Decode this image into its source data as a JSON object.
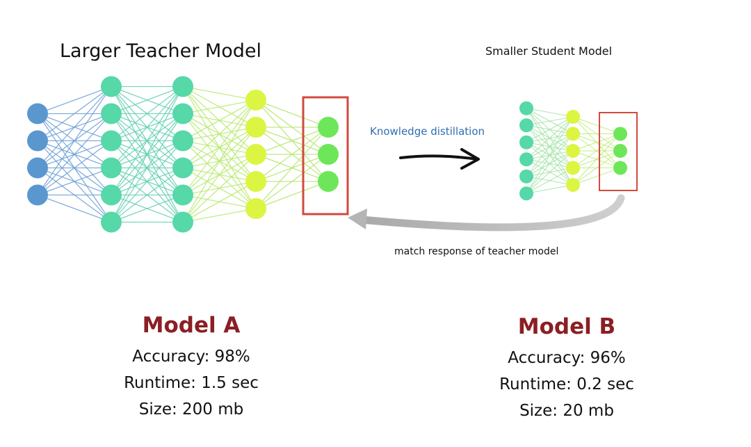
{
  "teacher": {
    "title": "Larger Teacher Model",
    "layers": [
      4,
      6,
      6,
      5,
      3
    ]
  },
  "student": {
    "title": "Smaller Student Model",
    "layers": [
      6,
      5,
      3
    ]
  },
  "arrows": {
    "distillation_label": "Knowledge distillation",
    "feedback_label": "match response of teacher model"
  },
  "models": [
    {
      "name": "Model A",
      "accuracy": "Accuracy: 98%",
      "runtime": "Runtime: 1.5 sec",
      "size": "Size: 200 mb"
    },
    {
      "name": "Model B",
      "accuracy": "Accuracy: 96%",
      "runtime": "Runtime: 0.2 sec",
      "size": "Size: 20 mb"
    }
  ],
  "colors": {
    "layer_fills": [
      "#5b97cf",
      "#56d8a9",
      "#56d8a9",
      "#dcf542",
      "#6ee65a"
    ],
    "student_fills": [
      "#56d8a9",
      "#dcf542",
      "#6ee65a"
    ],
    "output_box": "#d14a3c",
    "title_text": "#111111",
    "distill_text": "#2f6db3",
    "model_name": "#8b1f24",
    "feedback_arrow": "#bdbdbd"
  }
}
